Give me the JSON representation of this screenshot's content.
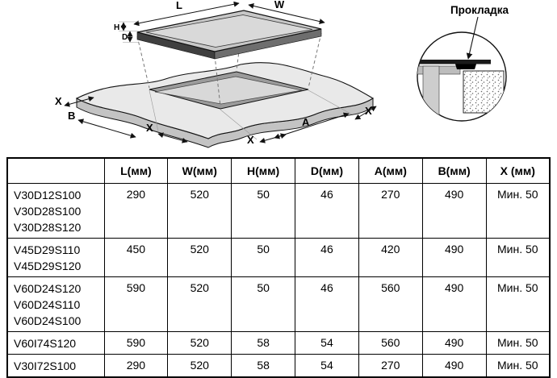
{
  "diagram": {
    "dim_labels": {
      "L": "L",
      "W": "W",
      "H": "H",
      "D": "D",
      "X_left": "X",
      "B": "B",
      "X_lower_left": "X",
      "X_bottom": "X",
      "A": "A",
      "X_right": "X"
    },
    "detail_label": "Прокладка"
  },
  "table": {
    "headers": [
      "",
      "L(мм)",
      "W(мм)",
      "H(мм)",
      "D(мм)",
      "A(мм)",
      "B(мм)",
      "X (мм)"
    ],
    "rows": [
      {
        "models": [
          "V30D12S100",
          "V30D28S100",
          "V30D28S120"
        ],
        "values": [
          "290",
          "520",
          "50",
          "46",
          "270",
          "490",
          "Мин. 50"
        ]
      },
      {
        "models": [
          "V45D29S110",
          "V45D29S120"
        ],
        "values": [
          "450",
          "520",
          "50",
          "46",
          "420",
          "490",
          "Мин. 50"
        ]
      },
      {
        "models": [
          "V60D24S120",
          "V60D24S110",
          "V60D24S100"
        ],
        "values": [
          "590",
          "520",
          "50",
          "46",
          "560",
          "490",
          "Мин. 50"
        ]
      },
      {
        "models": [
          "V60I74S120"
        ],
        "values": [
          "590",
          "520",
          "58",
          "54",
          "560",
          "490",
          "Мин. 50"
        ]
      },
      {
        "models": [
          "V30I72S100"
        ],
        "values": [
          "290",
          "520",
          "58",
          "54",
          "270",
          "490",
          "Мин. 50"
        ]
      }
    ]
  }
}
